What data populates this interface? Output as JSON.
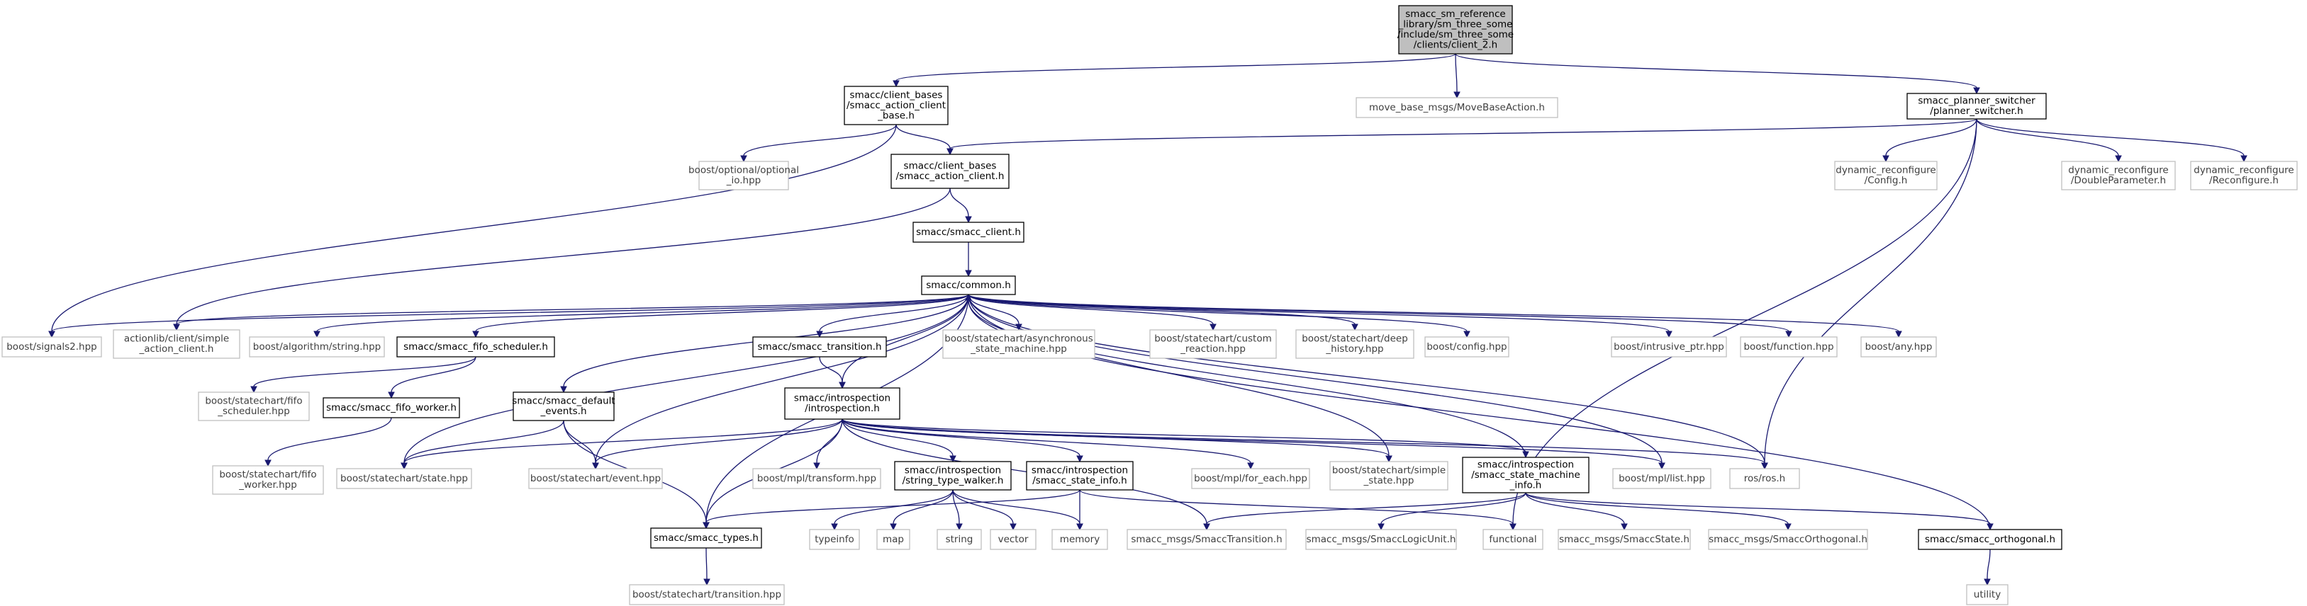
{
  "nodes": [
    {
      "id": "root",
      "lines": [
        "smacc_sm_reference",
        "_library/sm_three_some",
        "/include/sm_three_some",
        "/clients/client_2.h"
      ],
      "style": "main"
    },
    {
      "id": "ac_base",
      "lines": [
        "smacc/client_bases",
        "/smacc_action_client",
        "_base.h"
      ],
      "style": "dark"
    },
    {
      "id": "movebase",
      "lines": [
        "move_base_msgs/MoveBaseAction.h"
      ],
      "style": "light"
    },
    {
      "id": "planner",
      "lines": [
        "smacc_planner_switcher",
        "/planner_switcher.h"
      ],
      "style": "dark"
    },
    {
      "id": "optional_io",
      "lines": [
        "boost/optional/optional",
        "_io.hpp"
      ],
      "style": "light"
    },
    {
      "id": "ac",
      "lines": [
        "smacc/client_bases",
        "/smacc_action_client.h"
      ],
      "style": "dark"
    },
    {
      "id": "dyn_config",
      "lines": [
        "dynamic_reconfigure",
        "/Config.h"
      ],
      "style": "light"
    },
    {
      "id": "dyn_double",
      "lines": [
        "dynamic_reconfigure",
        "/DoubleParameter.h"
      ],
      "style": "light"
    },
    {
      "id": "dyn_reconf",
      "lines": [
        "dynamic_reconfigure",
        "/Reconfigure.h"
      ],
      "style": "light"
    },
    {
      "id": "client",
      "lines": [
        "smacc/smacc_client.h"
      ],
      "style": "dark"
    },
    {
      "id": "common",
      "lines": [
        "smacc/common.h"
      ],
      "style": "dark"
    },
    {
      "id": "signals2",
      "lines": [
        "boost/signals2.hpp"
      ],
      "style": "light"
    },
    {
      "id": "actionlib",
      "lines": [
        "actionlib/client/simple",
        "_action_client.h"
      ],
      "style": "light"
    },
    {
      "id": "algo_string",
      "lines": [
        "boost/algorithm/string.hpp"
      ],
      "style": "light"
    },
    {
      "id": "fifo_sched",
      "lines": [
        "smacc/smacc_fifo_scheduler.h"
      ],
      "style": "dark"
    },
    {
      "id": "transition",
      "lines": [
        "smacc/smacc_transition.h"
      ],
      "style": "dark"
    },
    {
      "id": "async_sm",
      "lines": [
        "boost/statechart/asynchronous",
        "_state_machine.hpp"
      ],
      "style": "light"
    },
    {
      "id": "custom_react",
      "lines": [
        "boost/statechart/custom",
        "_reaction.hpp"
      ],
      "style": "light"
    },
    {
      "id": "deep_hist",
      "lines": [
        "boost/statechart/deep",
        "_history.hpp"
      ],
      "style": "light"
    },
    {
      "id": "config_hpp",
      "lines": [
        "boost/config.hpp"
      ],
      "style": "light"
    },
    {
      "id": "intrusive",
      "lines": [
        "boost/intrusive_ptr.hpp"
      ],
      "style": "light"
    },
    {
      "id": "function",
      "lines": [
        "boost/function.hpp"
      ],
      "style": "light"
    },
    {
      "id": "any",
      "lines": [
        "boost/any.hpp"
      ],
      "style": "light"
    },
    {
      "id": "sc_fifo_sched",
      "lines": [
        "boost/statechart/fifo",
        "_scheduler.hpp"
      ],
      "style": "light"
    },
    {
      "id": "fifo_worker",
      "lines": [
        "smacc/smacc_fifo_worker.h"
      ],
      "style": "dark"
    },
    {
      "id": "default_events",
      "lines": [
        "smacc/smacc_default",
        "_events.h"
      ],
      "style": "dark"
    },
    {
      "id": "introspection",
      "lines": [
        "smacc/introspection",
        "/introspection.h"
      ],
      "style": "dark"
    },
    {
      "id": "sc_fifo_worker",
      "lines": [
        "boost/statechart/fifo",
        "_worker.hpp"
      ],
      "style": "light"
    },
    {
      "id": "state_hpp",
      "lines": [
        "boost/statechart/state.hpp"
      ],
      "style": "light"
    },
    {
      "id": "event_hpp",
      "lines": [
        "boost/statechart/event.hpp"
      ],
      "style": "light"
    },
    {
      "id": "mpl_transform",
      "lines": [
        "boost/mpl/transform.hpp"
      ],
      "style": "light"
    },
    {
      "id": "stw",
      "lines": [
        "smacc/introspection",
        "/string_type_walker.h"
      ],
      "style": "dark"
    },
    {
      "id": "ssi",
      "lines": [
        "smacc/introspection",
        "/smacc_state_info.h"
      ],
      "style": "dark"
    },
    {
      "id": "mpl_foreach",
      "lines": [
        "boost/mpl/for_each.hpp"
      ],
      "style": "light"
    },
    {
      "id": "simple_state",
      "lines": [
        "boost/statechart/simple",
        "_state.hpp"
      ],
      "style": "light"
    },
    {
      "id": "ssmi",
      "lines": [
        "smacc/introspection",
        "/smacc_state_machine",
        "_info.h"
      ],
      "style": "dark"
    },
    {
      "id": "mpl_list",
      "lines": [
        "boost/mpl/list.hpp"
      ],
      "style": "light"
    },
    {
      "id": "ros",
      "lines": [
        "ros/ros.h"
      ],
      "style": "light"
    },
    {
      "id": "types",
      "lines": [
        "smacc/smacc_types.h"
      ],
      "style": "dark"
    },
    {
      "id": "typeinfo",
      "lines": [
        "typeinfo"
      ],
      "style": "light"
    },
    {
      "id": "map",
      "lines": [
        "map"
      ],
      "style": "light"
    },
    {
      "id": "string",
      "lines": [
        "string"
      ],
      "style": "light"
    },
    {
      "id": "vector",
      "lines": [
        "vector"
      ],
      "style": "light"
    },
    {
      "id": "memory",
      "lines": [
        "memory"
      ],
      "style": "light"
    },
    {
      "id": "msg_trans",
      "lines": [
        "smacc_msgs/SmaccTransition.h"
      ],
      "style": "light"
    },
    {
      "id": "msg_logic",
      "lines": [
        "smacc_msgs/SmaccLogicUnit.h"
      ],
      "style": "light"
    },
    {
      "id": "functional",
      "lines": [
        "functional"
      ],
      "style": "light"
    },
    {
      "id": "msg_state",
      "lines": [
        "smacc_msgs/SmaccState.h"
      ],
      "style": "light"
    },
    {
      "id": "msg_orth",
      "lines": [
        "smacc_msgs/SmaccOrthogonal.h"
      ],
      "style": "light"
    },
    {
      "id": "orthogonal",
      "lines": [
        "smacc/smacc_orthogonal.h"
      ],
      "style": "dark"
    },
    {
      "id": "sc_transition",
      "lines": [
        "boost/statechart/transition.hpp"
      ],
      "style": "light"
    },
    {
      "id": "utility",
      "lines": [
        "utility"
      ],
      "style": "light"
    }
  ],
  "edges": [
    [
      "root",
      "ac_base"
    ],
    [
      "root",
      "movebase"
    ],
    [
      "root",
      "planner"
    ],
    [
      "ac_base",
      "optional_io"
    ],
    [
      "ac_base",
      "ac"
    ],
    [
      "ac_base",
      "signals2"
    ],
    [
      "planner",
      "ac"
    ],
    [
      "planner",
      "dyn_config"
    ],
    [
      "planner",
      "dyn_double"
    ],
    [
      "planner",
      "dyn_reconf"
    ],
    [
      "planner",
      "ros"
    ],
    [
      "planner",
      "functional"
    ],
    [
      "ac",
      "client"
    ],
    [
      "ac",
      "actionlib"
    ],
    [
      "client",
      "common"
    ],
    [
      "common",
      "signals2"
    ],
    [
      "common",
      "actionlib"
    ],
    [
      "common",
      "algo_string"
    ],
    [
      "common",
      "fifo_sched"
    ],
    [
      "common",
      "transition"
    ],
    [
      "common",
      "async_sm"
    ],
    [
      "common",
      "custom_react"
    ],
    [
      "common",
      "deep_hist"
    ],
    [
      "common",
      "config_hpp"
    ],
    [
      "common",
      "intrusive"
    ],
    [
      "common",
      "function"
    ],
    [
      "common",
      "any"
    ],
    [
      "common",
      "default_events"
    ],
    [
      "common",
      "introspection"
    ],
    [
      "common",
      "state_hpp"
    ],
    [
      "common",
      "event_hpp"
    ],
    [
      "common",
      "types"
    ],
    [
      "common",
      "simple_state"
    ],
    [
      "common",
      "mpl_list"
    ],
    [
      "common",
      "ros"
    ],
    [
      "fifo_sched",
      "sc_fifo_sched"
    ],
    [
      "fifo_sched",
      "fifo_worker"
    ],
    [
      "fifo_worker",
      "sc_fifo_worker"
    ],
    [
      "transition",
      "introspection"
    ],
    [
      "default_events",
      "state_hpp"
    ],
    [
      "default_events",
      "event_hpp"
    ],
    [
      "default_events",
      "types"
    ],
    [
      "introspection",
      "state_hpp"
    ],
    [
      "introspection",
      "event_hpp"
    ],
    [
      "introspection",
      "mpl_transform"
    ],
    [
      "introspection",
      "stw"
    ],
    [
      "introspection",
      "ssi"
    ],
    [
      "introspection",
      "mpl_foreach"
    ],
    [
      "introspection",
      "simple_state"
    ],
    [
      "introspection",
      "ssmi"
    ],
    [
      "introspection",
      "mpl_list"
    ],
    [
      "introspection",
      "ros"
    ],
    [
      "introspection",
      "types"
    ],
    [
      "introspection",
      "msg_trans"
    ],
    [
      "stw",
      "typeinfo"
    ],
    [
      "stw",
      "map"
    ],
    [
      "stw",
      "string"
    ],
    [
      "stw",
      "vector"
    ],
    [
      "stw",
      "memory"
    ],
    [
      "ssi",
      "types"
    ],
    [
      "ssi",
      "memory"
    ],
    [
      "ssi",
      "functional"
    ],
    [
      "ssmi",
      "common"
    ],
    [
      "ssmi",
      "msg_trans"
    ],
    [
      "ssmi",
      "msg_logic"
    ],
    [
      "ssmi",
      "msg_state"
    ],
    [
      "ssmi",
      "msg_orth"
    ],
    [
      "ssmi",
      "orthogonal"
    ],
    [
      "orthogonal",
      "common"
    ],
    [
      "orthogonal",
      "utility"
    ],
    [
      "types",
      "sc_transition"
    ]
  ]
}
